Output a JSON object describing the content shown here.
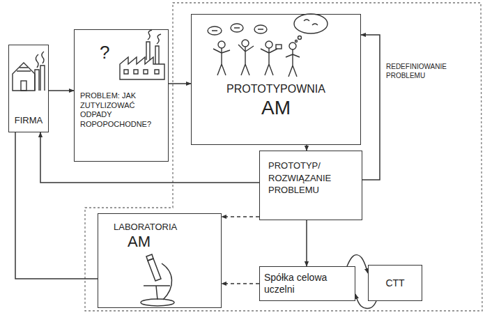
{
  "diagram": {
    "nodes": [
      {
        "text": [
          "FIRMA"
        ]
      },
      {
        "text": [
          "?",
          "PROBLEM: JAK ZUTYLIZOWAĆ ODPADY ROPOPOCHODNE?"
        ]
      },
      {
        "text": [
          "PROTOTYPOWNIA",
          "AM"
        ]
      },
      {
        "text": [
          "PROTOTYP/ ROZWIĄZANIE PROBLEMU"
        ]
      },
      {
        "text": [
          "LABORATORIA",
          "AM"
        ]
      },
      {
        "text": [
          "Spółka celowa uczelni"
        ]
      },
      {
        "text": [
          "CTT"
        ]
      }
    ],
    "edges": [
      {
        "from": 0,
        "to": 1,
        "arrow": "to"
      },
      {
        "from": 1,
        "to": 2,
        "arrow": "to"
      },
      {
        "from": 2,
        "to": 3,
        "arrow": "to"
      },
      {
        "from": 3,
        "to": 2,
        "label": "REDEFINIOWANIE PROBLEMU",
        "arrow": "to"
      },
      {
        "from": 3,
        "to": 0,
        "arrow": "to"
      },
      {
        "from": 3,
        "to": 4,
        "arrow": "to"
      },
      {
        "from": 3,
        "to": 5,
        "arrow": "to"
      },
      {
        "from": 5,
        "to": 4,
        "arrow": "to"
      },
      {
        "from": 4,
        "to": 0,
        "arrow": "none"
      },
      {
        "from": 5,
        "to": 6,
        "arrow": "to"
      },
      {
        "from": 6,
        "to": 5,
        "arrow": "to"
      }
    ]
  }
}
